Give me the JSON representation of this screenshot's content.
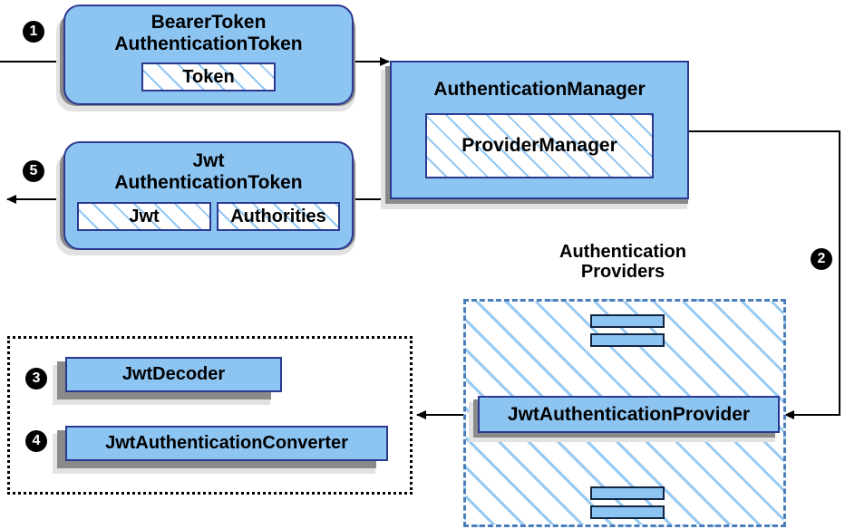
{
  "diagram": {
    "title": "Spring Security JWT Bearer Token Authentication Flow",
    "colors": {
      "node_fill": "#8CC4F2",
      "node_border": "#2B3990",
      "shadow_dark": "#8A8A8A",
      "shadow_light": "#E2E2E2",
      "hatch_line": "#8CC4F2",
      "dashed_group_border": "#4A7EBB",
      "dotted_group_border": "#000000",
      "arrow": "#000000",
      "bullet_fill": "#000000",
      "bullet_text": "#FFFFFF"
    }
  },
  "bullets": [
    {
      "label": "❶",
      "number": "1"
    },
    {
      "label": "❷",
      "number": "2"
    },
    {
      "label": "❸",
      "number": "3"
    },
    {
      "label": "❹",
      "number": "4"
    },
    {
      "label": "❺",
      "number": "5"
    }
  ],
  "nodes": {
    "bearer_token": {
      "title": "BearerToken\nAuthenticationToken",
      "sub": [
        {
          "label": "Token"
        }
      ]
    },
    "jwt_token": {
      "title": "Jwt\nAuthenticationToken",
      "sub": [
        {
          "label": "Jwt"
        },
        {
          "label": "Authorities"
        }
      ]
    },
    "auth_manager": {
      "title": "AuthenticationManager",
      "sub": [
        {
          "label": "ProviderManager"
        }
      ]
    },
    "jwt_provider": {
      "title": "JwtAuthenticationProvider"
    },
    "jwt_decoder": {
      "title": "JwtDecoder"
    },
    "jwt_converter": {
      "title": "JwtAuthenticationConverter"
    }
  },
  "groups": {
    "auth_providers": {
      "label": "Authentication\nProviders"
    },
    "jwt_support": {
      "label": ""
    }
  },
  "mini_bars": {
    "top": [
      {
        "name": "provider-bar-top-1"
      },
      {
        "name": "provider-bar-top-2"
      }
    ],
    "bottom": [
      {
        "name": "provider-bar-bottom-1"
      },
      {
        "name": "provider-bar-bottom-2"
      }
    ]
  }
}
